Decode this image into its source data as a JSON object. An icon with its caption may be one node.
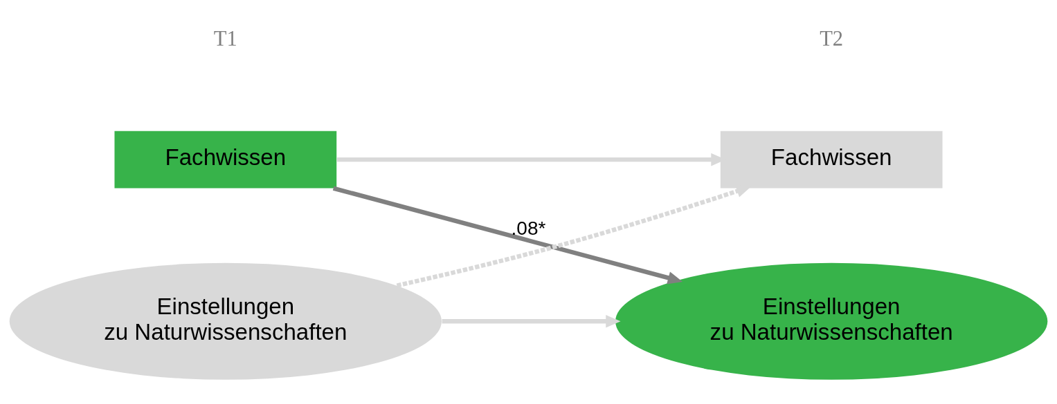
{
  "diagram": {
    "nodes": [
      {
        "text": [
          "Fachwissen"
        ]
      },
      {
        "text": [
          "Fachwissen"
        ]
      },
      {
        "text": [
          "Einstellungen zu Naturwissenschaften"
        ]
      },
      {
        "text": [
          "Einstellungen zu Naturwissenschaften"
        ]
      }
    ],
    "edges": [
      {
        "from": 0,
        "to": 1,
        "arrow": "to"
      },
      {
        "from": 0,
        "to": 3,
        "arrow": "to",
        "label": ".08*",
        "color": "#808080"
      },
      {
        "from": 2,
        "to": 1,
        "arrow": "to",
        "style": "dashed"
      },
      {
        "from": 2,
        "to": 3,
        "arrow": "to"
      }
    ],
    "labels": [
      "T1",
      "T2"
    ]
  }
}
